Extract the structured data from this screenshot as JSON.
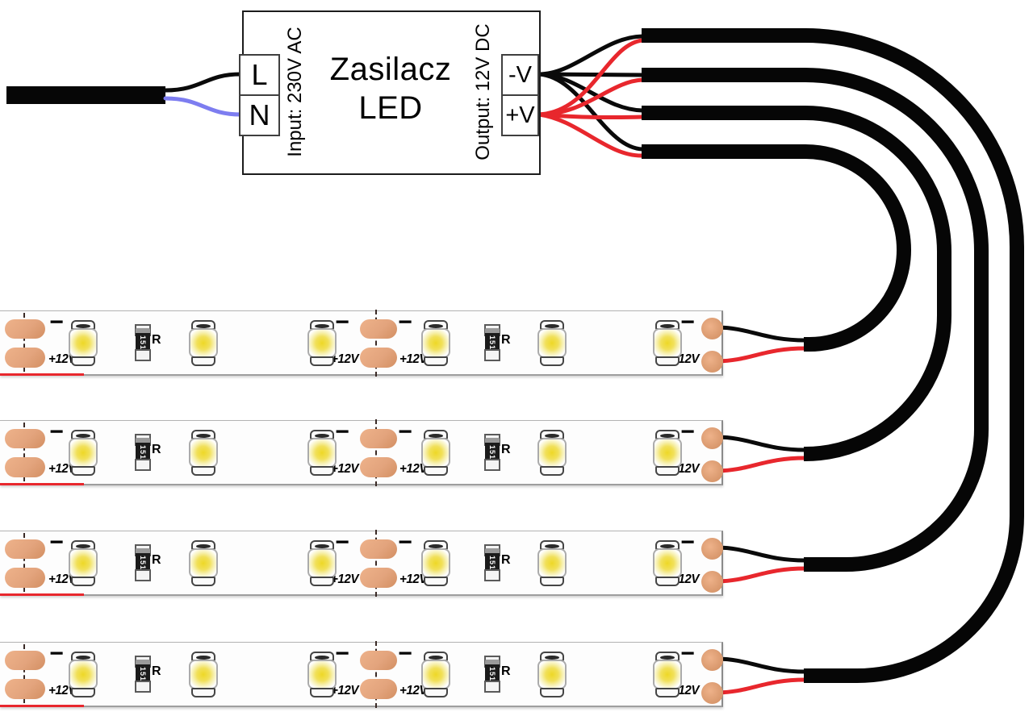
{
  "psu": {
    "title_line1": "Zasilacz",
    "title_line2": "LED",
    "input_label": "Input: 230V AC",
    "output_label": "Output: 12V DC",
    "input_terminals": [
      {
        "label": "L"
      },
      {
        "label": "N"
      }
    ],
    "output_terminals": [
      {
        "label": "-V"
      },
      {
        "label": "+V"
      }
    ]
  },
  "strips": {
    "count": 4,
    "segments_per_strip": 2,
    "leds_per_segment": 3,
    "minus_label": "−",
    "plus_label": "+12V",
    "resistor_value": "151",
    "resistor_label": "R"
  },
  "colors": {
    "wire_live": "#0a0a0a",
    "wire_neutral": "#7d7df0",
    "wire_negative": "#0a0a0a",
    "wire_positive": "#e8272d",
    "cable": "#060606",
    "pad_copper": "#e3a47d",
    "led_glow": "#eed826"
  }
}
